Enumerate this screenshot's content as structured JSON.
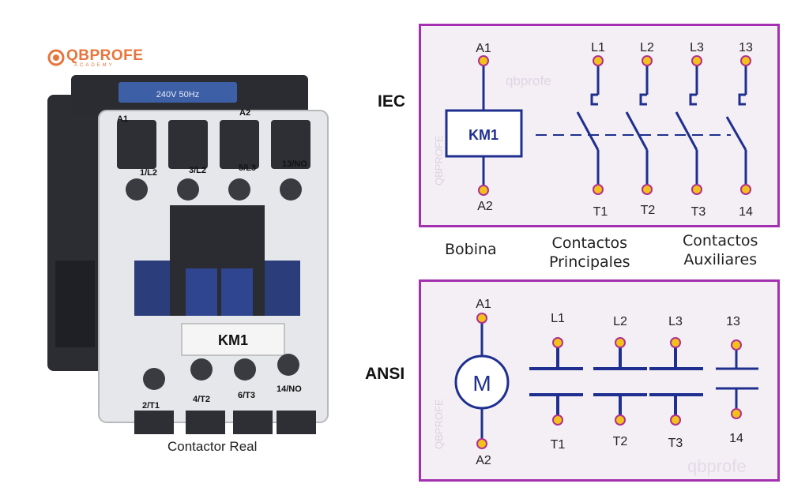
{
  "brand": {
    "name": "QBPROFE",
    "tag": "ACADEMY",
    "color": "#e8743b"
  },
  "photo": {
    "caption": "Contactor Real",
    "coil_label": "240V 50Hz",
    "device_label": "KM1",
    "top_coil_terminals": [
      "A1",
      "A2"
    ],
    "top_terminals": [
      "1/L2",
      "3/L2",
      "5/L3",
      "13/NO"
    ],
    "bottom_terminals": [
      "2/T1",
      "4/T2",
      "6/T3",
      "14/NO"
    ]
  },
  "categories": {
    "coil": "Bobina",
    "main": "Contactos\nPrincipales",
    "aux": "Contactos\nAuxiliares"
  },
  "iec": {
    "standard": "IEC",
    "coil_name": "KM1",
    "coil_top": "A1",
    "coil_bottom": "A2",
    "top_labels": [
      "L1",
      "L2",
      "L3",
      "13"
    ],
    "bottom_labels": [
      "T1",
      "T2",
      "T3",
      "14"
    ],
    "watermark": "qbprofe",
    "side_watermark": "QBPROFE"
  },
  "ansi": {
    "standard": "ANSI",
    "motor_symbol": "M",
    "coil_top": "A1",
    "coil_bottom": "A2",
    "top_labels": [
      "L1",
      "L2",
      "L3",
      "13"
    ],
    "bottom_labels": [
      "T1",
      "T2",
      "T3",
      "14"
    ],
    "watermark": "qbprofe",
    "side_watermark": "QBPROFE"
  },
  "colors": {
    "panel_border": "#a42fb0",
    "panel_bg": "#f3eff4",
    "wire": "#1f2f8f",
    "terminal": "#f2c21b",
    "terminal_ring": "#b0308f"
  }
}
